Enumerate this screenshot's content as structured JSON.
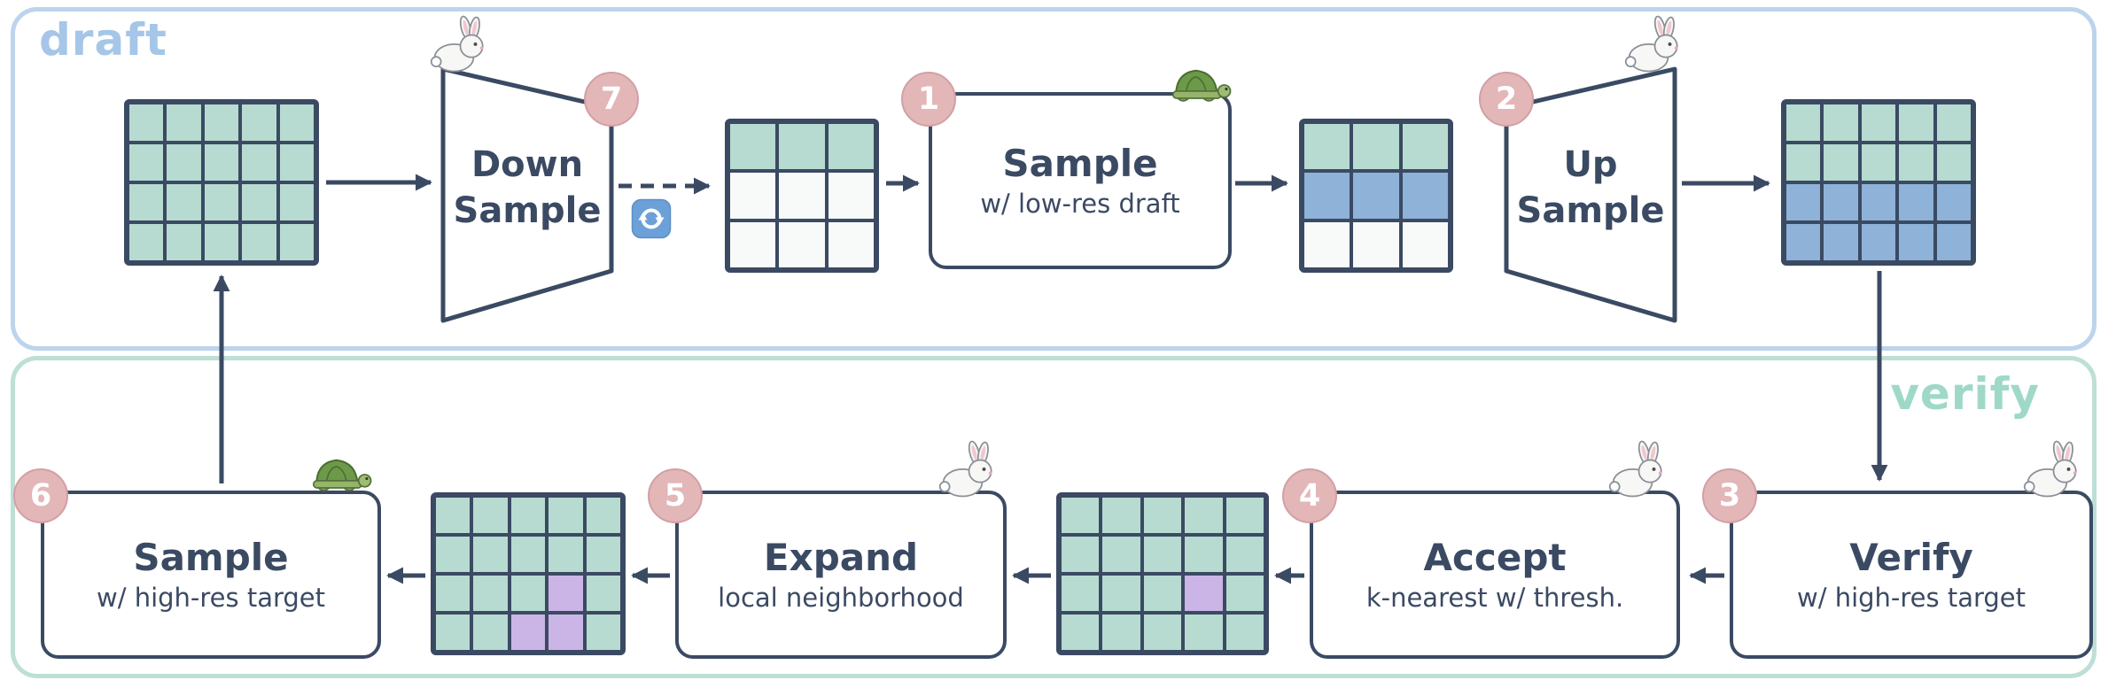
{
  "colors": {
    "line": "#3b4a63",
    "teal": "#b7dbd0",
    "blue": "#8fb2d8",
    "purple": "#cbb5e6",
    "white_cell": "#f8f9f9",
    "circle_fill": "#e3b6b8",
    "circle_text": "#ffffff",
    "draft_border": "#bcd4ec",
    "verify_border": "#bddfd6",
    "draft_label": "#a5c6e8",
    "verify_label": "#9fd8c9",
    "repeat_icon_bg": "#6ca0d8"
  },
  "panels": {
    "draft": {
      "label": "draft"
    },
    "verify": {
      "label": "verify"
    }
  },
  "nodes": {
    "downsample": {
      "number": "7",
      "line1": "Down",
      "line2": "Sample",
      "speed_icon": "rabbit-icon"
    },
    "sample_low": {
      "number": "1",
      "title": "Sample",
      "subtitle": "w/ low-res draft",
      "speed_icon": "turtle-icon"
    },
    "upsample": {
      "number": "2",
      "line1": "Up",
      "line2": "Sample",
      "speed_icon": "rabbit-icon"
    },
    "verify": {
      "number": "3",
      "title": "Verify",
      "subtitle": "w/ high-res target",
      "speed_icon": "rabbit-icon"
    },
    "accept": {
      "number": "4",
      "title": "Accept",
      "subtitle": "k-nearest w/ thresh.",
      "speed_icon": "rabbit-icon"
    },
    "expand": {
      "number": "5",
      "title": "Expand",
      "subtitle": "local neighborhood",
      "speed_icon": "rabbit-icon"
    },
    "sample_high": {
      "number": "6",
      "title": "Sample",
      "subtitle": "w/ high-res target",
      "speed_icon": "turtle-icon"
    }
  },
  "grids": {
    "draft_input": {
      "cols": 5,
      "rows": [
        "ttttt",
        "ttttt",
        "ttttt",
        "ttttt"
      ]
    },
    "lowres_draft": {
      "cols": 3,
      "rows": [
        "ttt",
        "www",
        "www"
      ]
    },
    "lowres_sampled": {
      "cols": 3,
      "rows": [
        "ttt",
        "bbb",
        "www"
      ]
    },
    "upsampled": {
      "cols": 5,
      "rows": [
        "ttttt",
        "ttttt",
        "bbbbb",
        "bbbbb"
      ]
    },
    "accepted": {
      "cols": 5,
      "rows": [
        "ttttt",
        "ttttt",
        "tttpt",
        "ttttt"
      ]
    },
    "expanded": {
      "cols": 5,
      "rows": [
        "ttttt",
        "ttttt",
        "tttpt",
        "ttppt"
      ]
    }
  },
  "legend": {
    "cell_types": {
      "t": "teal",
      "b": "blue",
      "w": "white_cell",
      "p": "purple"
    }
  },
  "icons": {
    "rabbit": "rabbit-icon",
    "turtle": "turtle-icon",
    "repeat": "repeat-icon"
  }
}
